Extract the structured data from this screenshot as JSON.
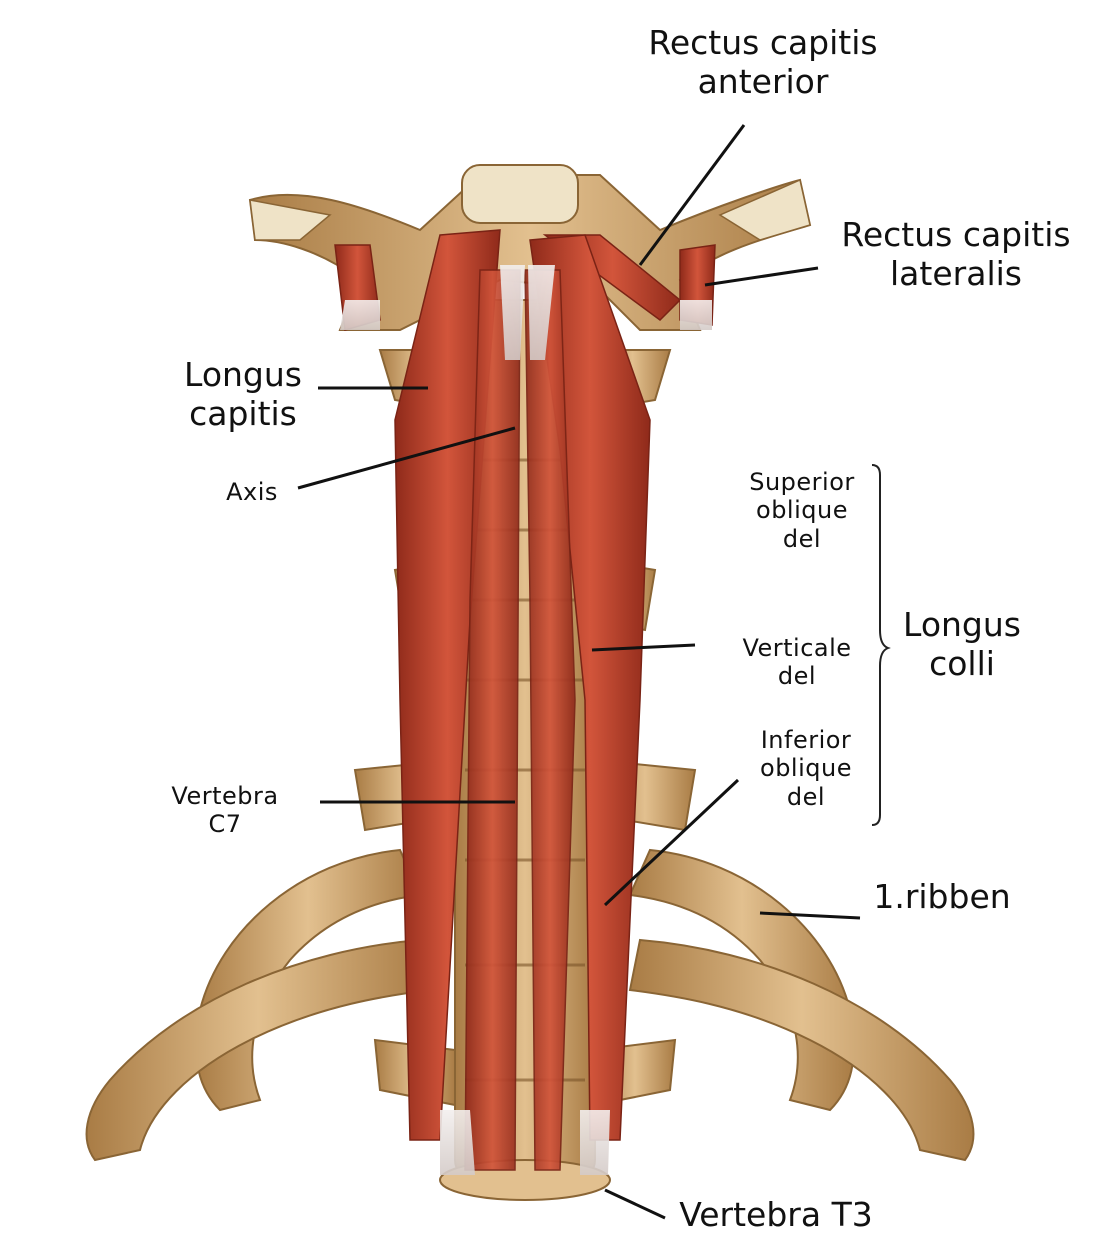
{
  "labels": {
    "rectus_capitis_anterior": "Rectus capitis\nanterior",
    "rectus_capitis_lateralis": "Rectus capitis\nlateralis",
    "longus_capitis": "Longus\ncapitis",
    "axis": "Axis",
    "superior_oblique": "Superior\noblique\ndel",
    "verticale": "Verticale\ndel",
    "inferior_oblique": "Inferior\noblique\ndel",
    "longus_colli": "Longus\ncolli",
    "vertebra_c7": "Vertebra\nC7",
    "ribben": "1.ribben",
    "vertebra_t3": "Vertebra T3"
  },
  "colors": {
    "bone": "#d9b27c",
    "bone_dark": "#a97c45",
    "muscle": "#c8452e",
    "muscle_dark": "#8f2a1a",
    "tendon": "#ece6e4",
    "line": "#111111"
  }
}
